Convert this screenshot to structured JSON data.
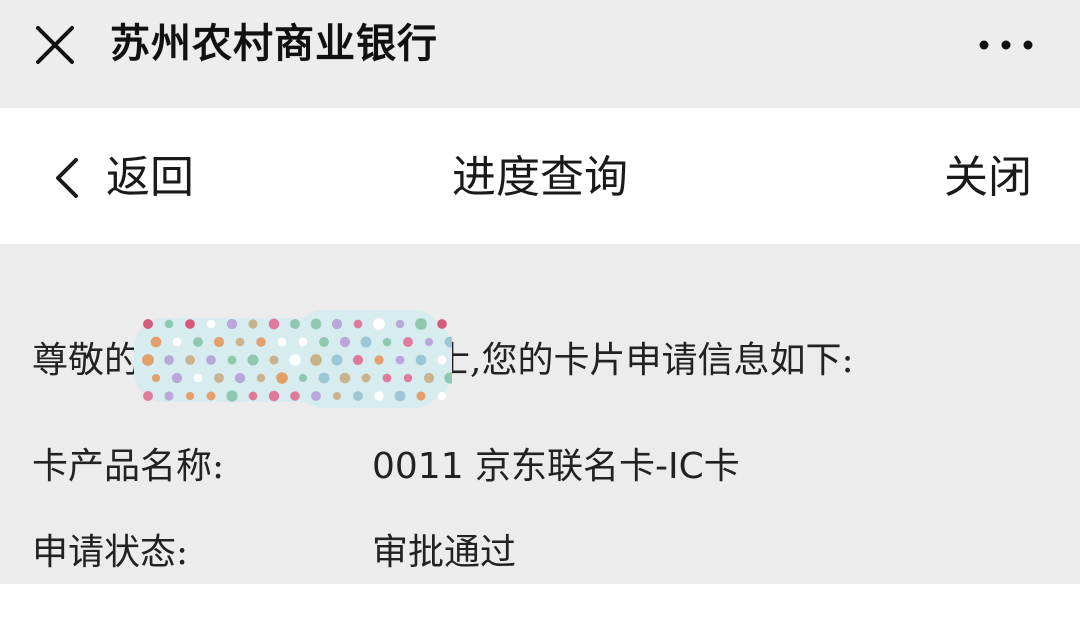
{
  "app_header": {
    "title": "苏州农村商业银行",
    "close_icon": "close-icon",
    "more_icon": "more-icon"
  },
  "nav": {
    "back_label": "返回",
    "title": "进度查询",
    "close_label": "关闭"
  },
  "content": {
    "greeting_prefix": "尊敬的",
    "greeting_suffix": "士,您的卡片申请信息如下:",
    "rows": [
      {
        "label": "卡产品名称:",
        "value": "0011 京东联名卡-IC卡"
      },
      {
        "label": "申请状态:",
        "value": "审批通过"
      }
    ]
  },
  "colors": {
    "header_bg": "#ededed",
    "content_bg": "#ececec",
    "nav_bg": "#ffffff",
    "text": "#1a1a1a"
  }
}
